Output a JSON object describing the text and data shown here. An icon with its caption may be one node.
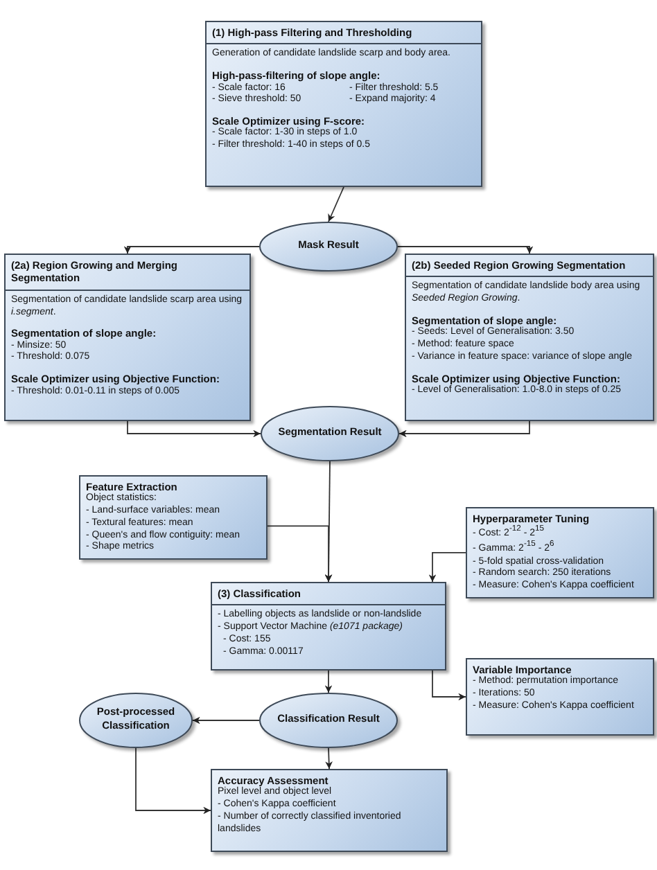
{
  "diagram": {
    "nodes": [
      {
        "text": [
          "(1) High-pass Filtering and Thresholding",
          "Generation of candidate landslide scarp and body area.",
          "High-pass-filtering of slope angle:",
          "- Scale factor: 16",
          "- Filter threshold: 5.5",
          "- Sieve threshold: 50",
          "- Expand majority: 4",
          "Scale Optimizer using F-score:",
          "- Scale factor: 1-30 in steps of 1.0",
          "- Filter threshold: 1-40 in steps of 0.5"
        ]
      },
      {
        "text": [
          "Mask Result"
        ]
      },
      {
        "text": [
          "(2a) Region Growing and Merging Segmentation",
          "Segmentation of candidate landslide scarp area using *i.segment*.",
          "Segmentation of slope angle:",
          "- Minsize: 50",
          "- Threshold: 0.075",
          "Scale Optimizer using Objective Function:",
          "- Threshold: 0.01-0.11 in steps of 0.005"
        ]
      },
      {
        "text": [
          "(2b) Seeded Region Growing Segmentation",
          "Segmentation of candidate landslide body area using *Seeded Region Growing*.",
          "Segmentation of slope angle:",
          "- Seeds: Level of Generalisation: 3.50",
          "- Method: feature space",
          "- Variance in feature space: variance of slope angle",
          "Scale Optimizer using Objective Function:",
          "- Level of Generalisation: 1.0-8.0 in steps of 0.25"
        ]
      },
      {
        "text": [
          "Segmentation Result"
        ]
      },
      {
        "text": [
          "Feature Extraction",
          "Object statistics:",
          "- Land-surface variables: mean",
          "- Textural features: mean",
          "- Queen's and flow contiguity: mean",
          "- Shape metrics"
        ]
      },
      {
        "text": [
          "Hyperparameter Tuning",
          "- Cost: 2$^{-12}$ - 2$^{15}$",
          "- Gamma: 2$^{-15}$ - 2$^{6}$",
          "- 5-fold spatial cross-validation",
          "- Random search: 250 iterations",
          "- Measure: Cohen's Kappa coefficient"
        ]
      },
      {
        "text": [
          "(3) Classification",
          "- Labelling objects as landslide or non-landslide",
          "- Support Vector Machine *(e1071 package)*",
          "- Cost: 155",
          "- Gamma: 0.00117"
        ]
      },
      {
        "text": [
          "Variable Importance",
          "- Method: permutation importance",
          "- Iterations: 50",
          "- Measure: Cohen's Kappa coefficient"
        ]
      },
      {
        "text": [
          "Post-processed Classification"
        ]
      },
      {
        "text": [
          "Classification Result"
        ]
      },
      {
        "text": [
          "Accuracy Assessment",
          "Pixel level and object level",
          "- Cohen's Kappa coefficient",
          "- Number of correctly classified inventoried landslides"
        ]
      }
    ],
    "edges": [
      {
        "from": 0,
        "to": 1,
        "arrow": "to"
      },
      {
        "from": 1,
        "to": 2,
        "arrow": "to"
      },
      {
        "from": 1,
        "to": 3,
        "arrow": "to"
      },
      {
        "from": 2,
        "to": 4,
        "arrow": "to"
      },
      {
        "from": 3,
        "to": 4,
        "arrow": "to"
      },
      {
        "from": 4,
        "to": 7,
        "arrow": "to"
      },
      {
        "from": 5,
        "to": 7,
        "arrow": "to"
      },
      {
        "from": 6,
        "to": 7,
        "arrow": "to"
      },
      {
        "from": 7,
        "to": 10,
        "arrow": "to"
      },
      {
        "from": 7,
        "to": 8,
        "arrow": "to"
      },
      {
        "from": 10,
        "to": 9,
        "arrow": "to"
      },
      {
        "from": 10,
        "to": 11,
        "arrow": "to"
      },
      {
        "from": 9,
        "to": 11,
        "arrow": "to"
      }
    ]
  }
}
